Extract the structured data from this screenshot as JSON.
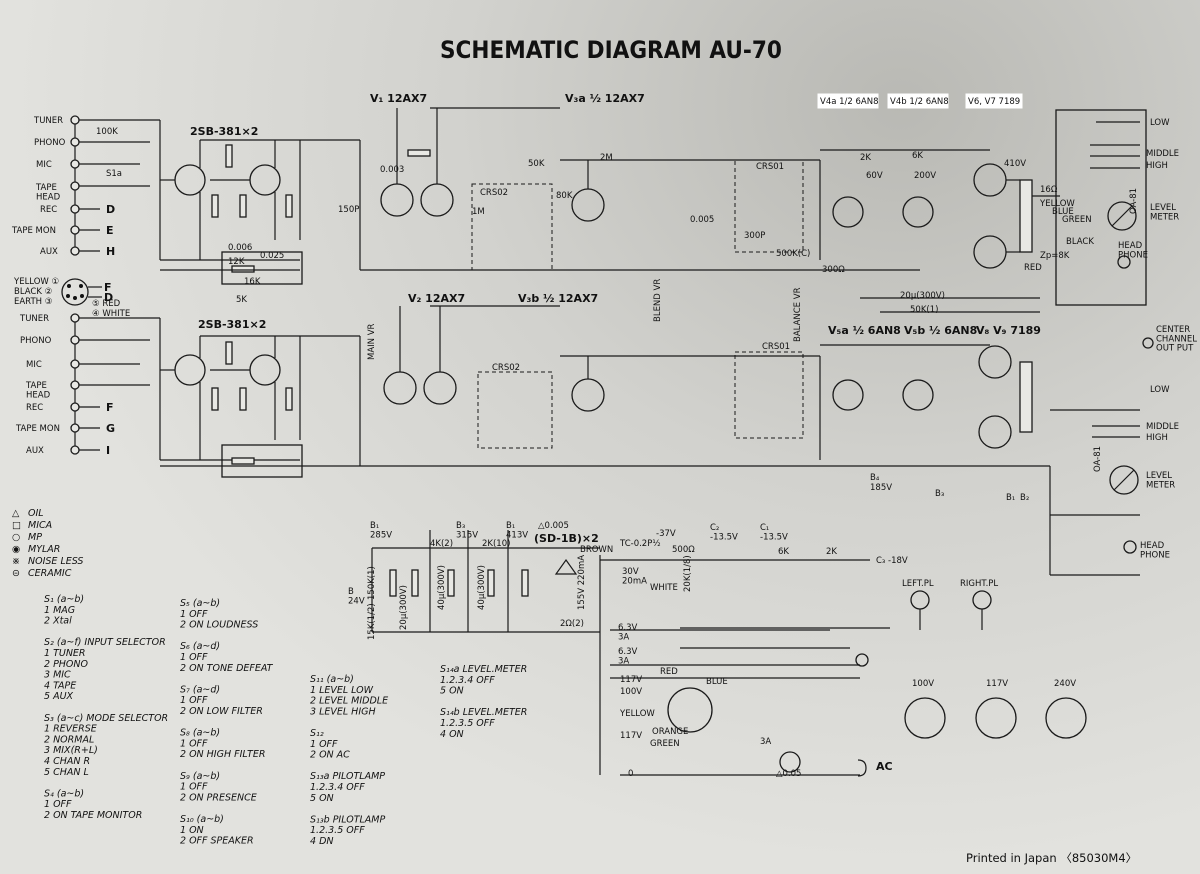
{
  "title": "SCHEMATIC DIAGRAM AU-70",
  "footer": "Printed in Japan 〈85030M4〉",
  "tube_labels_top": [
    {
      "text": "V₁ 12AX7"
    },
    {
      "text": "V₃a ½ 12AX7"
    },
    {
      "text": "V4a 1/2 6AN8"
    },
    {
      "text": "V4b 1/2 6AN8"
    },
    {
      "text": "V6, V7 7189"
    }
  ],
  "tube_labels_bottom": [
    {
      "text": "V₂ 12AX7"
    },
    {
      "text": "V₃b ½ 12AX7"
    },
    {
      "text": "V₅a ½ 6AN8"
    },
    {
      "text": "V₅b ½ 6AN8"
    },
    {
      "text": "V₈ V₉ 7189"
    }
  ],
  "transistor_labels": [
    {
      "text": "2SB-381×2"
    },
    {
      "text": "2SB-381×2"
    }
  ],
  "inputs_top": [
    {
      "text": "TUNER"
    },
    {
      "text": "PHONO"
    },
    {
      "text": "MIC"
    },
    {
      "text": "TAPE\nHEAD"
    },
    {
      "text": "REC"
    },
    {
      "text": "TAPE MON"
    },
    {
      "text": "AUX"
    }
  ],
  "inputs_top_tags": [
    {
      "text": "D"
    },
    {
      "text": "E"
    },
    {
      "text": "H"
    }
  ],
  "inputs_bottom": [
    {
      "text": "TUNER"
    },
    {
      "text": "PHONO"
    },
    {
      "text": "MIC"
    },
    {
      "text": "TAPE\nHEAD"
    },
    {
      "text": "REC"
    },
    {
      "text": "TAPE MON"
    },
    {
      "text": "AUX"
    }
  ],
  "inputs_bottom_tags": [
    {
      "text": "F"
    },
    {
      "text": "G"
    },
    {
      "text": "I"
    }
  ],
  "connector": {
    "wires": [
      {
        "text": "YELLOW ①"
      },
      {
        "text": "BLACK ②"
      },
      {
        "text": "EARTH ③"
      }
    ],
    "wires_right": [
      {
        "text": "⑤ RED"
      },
      {
        "text": "④ WHITE"
      }
    ],
    "tags": [
      {
        "text": "F"
      },
      {
        "text": "D"
      }
    ]
  },
  "crs_blocks": [
    {
      "text": "CRS02"
    },
    {
      "text": "CRS01"
    },
    {
      "text": "CRS02"
    },
    {
      "text": "CRS01"
    }
  ],
  "output_labels": [
    {
      "text": "LOW"
    },
    {
      "text": "MIDDLE"
    },
    {
      "text": "HIGH"
    },
    {
      "text": "LEVEL\nMETER"
    },
    {
      "text": "HEAD\nPHONE"
    },
    {
      "text": "CENTER\nCHANNEL\nOUT PUT"
    },
    {
      "text": "LOW"
    },
    {
      "text": "MIDDLE"
    },
    {
      "text": "HIGH"
    },
    {
      "text": "LEVEL\nMETER"
    },
    {
      "text": "HEAD\nPHONE"
    }
  ],
  "meter_diode": [
    {
      "text": "OA-81"
    },
    {
      "text": "OA-81"
    }
  ],
  "vr_labels": [
    {
      "text": "MAIN VR"
    },
    {
      "text": "BLEND VR"
    },
    {
      "text": "BALANCE VR"
    }
  ],
  "component_values": [
    {
      "text": "100K"
    },
    {
      "text": "S1a"
    },
    {
      "text": "150P"
    },
    {
      "text": "12K"
    },
    {
      "text": "16K"
    },
    {
      "text": "5K"
    },
    {
      "text": "0.025"
    },
    {
      "text": "0.006"
    },
    {
      "text": "0.003"
    },
    {
      "text": "2M"
    },
    {
      "text": "50K"
    },
    {
      "text": "80K"
    },
    {
      "text": "1M"
    },
    {
      "text": "0.005"
    },
    {
      "text": "300P"
    },
    {
      "text": "500K(C)"
    },
    {
      "text": "60V"
    },
    {
      "text": "200V"
    },
    {
      "text": "410V"
    },
    {
      "text": "16Ω"
    },
    {
      "text": "2K"
    },
    {
      "text": "6K"
    },
    {
      "text": "20μ(300V)"
    },
    {
      "text": "50K(1)"
    },
    {
      "text": "300Ω"
    },
    {
      "text": "Zp=8K"
    },
    {
      "text": "YELLOW"
    },
    {
      "text": "BLUE"
    },
    {
      "text": "GREEN"
    },
    {
      "text": "BLACK"
    },
    {
      "text": "RED"
    },
    {
      "text": "185V"
    },
    {
      "text": "B₁"
    },
    {
      "text": "B₂"
    },
    {
      "text": "B₃"
    },
    {
      "text": "B₄"
    }
  ],
  "power": {
    "rails": [
      {
        "text": "B₁\n285V"
      },
      {
        "text": "B₃\n315V"
      },
      {
        "text": "B₁\n413V"
      },
      {
        "text": "B\n24V"
      }
    ],
    "rectifier": {
      "text": "(SD-1B)×2"
    },
    "parts": [
      {
        "text": "4K(2)"
      },
      {
        "text": "2K(10)"
      },
      {
        "text": "150K(1)"
      },
      {
        "text": "15K(1/2)"
      },
      {
        "text": "20μ(300V)"
      },
      {
        "text": "40μ(300V)"
      },
      {
        "text": "40μ(300V)"
      },
      {
        "text": "△0.005"
      },
      {
        "text": "155V 220mA"
      },
      {
        "text": "2Ω(2)"
      },
      {
        "text": "TC-0.2P½"
      },
      {
        "text": "-37V"
      },
      {
        "text": "C₂\n-13.5V"
      },
      {
        "text": "C₁\n-13.5V"
      },
      {
        "text": "6K"
      },
      {
        "text": "2K"
      },
      {
        "text": "C₃ -18V"
      },
      {
        "text": "30V\n20mA"
      },
      {
        "text": "500Ω"
      },
      {
        "text": "20K(1/8)"
      },
      {
        "text": "6.3V\n3A"
      },
      {
        "text": "6.3V\n3A"
      },
      {
        "text": "117V"
      },
      {
        "text": "100V"
      },
      {
        "text": "117V"
      },
      {
        "text": "0"
      },
      {
        "text": "3A"
      },
      {
        "text": "△0.05"
      },
      {
        "text": "AC"
      },
      {
        "text": "BROWN"
      },
      {
        "text": "WHITE"
      },
      {
        "text": "ORANGE"
      },
      {
        "text": "GREEN"
      },
      {
        "text": "BLUE"
      },
      {
        "text": "RED"
      },
      {
        "text": "YELLOW"
      }
    ]
  },
  "pilot_lamps": [
    {
      "text": "LEFT.PL"
    },
    {
      "text": "RIGHT.PL"
    }
  ],
  "voltage_plugs": [
    {
      "text": "100V"
    },
    {
      "text": "117V"
    },
    {
      "text": "240V"
    }
  ],
  "legend_symbols": [
    {
      "symbol": "△",
      "text": "OIL"
    },
    {
      "symbol": "□",
      "text": "MICA"
    },
    {
      "symbol": "○",
      "text": "MP"
    },
    {
      "symbol": "◉",
      "text": "MYLAR"
    },
    {
      "symbol": "※",
      "text": "NOISE LESS"
    },
    {
      "symbol": "⊝",
      "text": "CERAMIC"
    }
  ],
  "switch_legend_col1": [
    {
      "text": "S₁ (a~b)"
    },
    {
      "text": "1  MAG"
    },
    {
      "text": "2  Xtal"
    },
    {
      "text": ""
    },
    {
      "text": "S₂ (a~f) INPUT SELECTOR"
    },
    {
      "text": "1  TUNER"
    },
    {
      "text": "2  PHONO"
    },
    {
      "text": "3  MIC"
    },
    {
      "text": "4  TAPE"
    },
    {
      "text": "5  AUX"
    },
    {
      "text": ""
    },
    {
      "text": "S₃ (a~c) MODE SELECTOR"
    },
    {
      "text": "1  REVERSE"
    },
    {
      "text": "2  NORMAL"
    },
    {
      "text": "3  MIX(R+L)"
    },
    {
      "text": "4  CHAN R"
    },
    {
      "text": "5  CHAN L"
    },
    {
      "text": ""
    },
    {
      "text": "S₄ (a~b)"
    },
    {
      "text": "1  OFF"
    },
    {
      "text": "2  ON TAPE MONITOR"
    }
  ],
  "switch_legend_col2": [
    {
      "text": "S₅ (a~b)"
    },
    {
      "text": "1  OFF"
    },
    {
      "text": "2  ON LOUDNESS"
    },
    {
      "text": ""
    },
    {
      "text": "S₆ (a~d)"
    },
    {
      "text": "1  OFF"
    },
    {
      "text": "2  ON TONE DEFEAT"
    },
    {
      "text": ""
    },
    {
      "text": "S₇ (a~d)"
    },
    {
      "text": "1  OFF"
    },
    {
      "text": "2  ON LOW FILTER"
    },
    {
      "text": ""
    },
    {
      "text": "S₈ (a~b)"
    },
    {
      "text": "1  OFF"
    },
    {
      "text": "2  ON HIGH FILTER"
    },
    {
      "text": ""
    },
    {
      "text": "S₉ (a~b)"
    },
    {
      "text": "1  OFF"
    },
    {
      "text": "2  ON PRESENCE"
    },
    {
      "text": ""
    },
    {
      "text": "S₁₀ (a~b)"
    },
    {
      "text": "1  ON"
    },
    {
      "text": "2  OFF SPEAKER"
    }
  ],
  "switch_legend_col3": [
    {
      "text": "S₁₁ (a~b)"
    },
    {
      "text": "1  LEVEL LOW"
    },
    {
      "text": "2  LEVEL MIDDLE"
    },
    {
      "text": "3  LEVEL HIGH"
    },
    {
      "text": ""
    },
    {
      "text": "S₁₂"
    },
    {
      "text": "1  OFF"
    },
    {
      "text": "2  ON AC"
    },
    {
      "text": ""
    },
    {
      "text": "S₁₃a  PILOTLAMP"
    },
    {
      "text": "1.2.3.4  OFF"
    },
    {
      "text": "5          ON"
    },
    {
      "text": ""
    },
    {
      "text": "S₁₃b  PILOTLAMP"
    },
    {
      "text": "1.2.3.5  OFF"
    },
    {
      "text": "4          DN"
    }
  ],
  "switch_legend_col4": [
    {
      "text": "S₁₄a  LEVEL.METER"
    },
    {
      "text": "1.2.3.4  OFF"
    },
    {
      "text": "5          ON"
    },
    {
      "text": ""
    },
    {
      "text": "S₁₄b  LEVEL.METER"
    },
    {
      "text": "1.2.3.5  OFF"
    },
    {
      "text": "4          ON"
    }
  ]
}
